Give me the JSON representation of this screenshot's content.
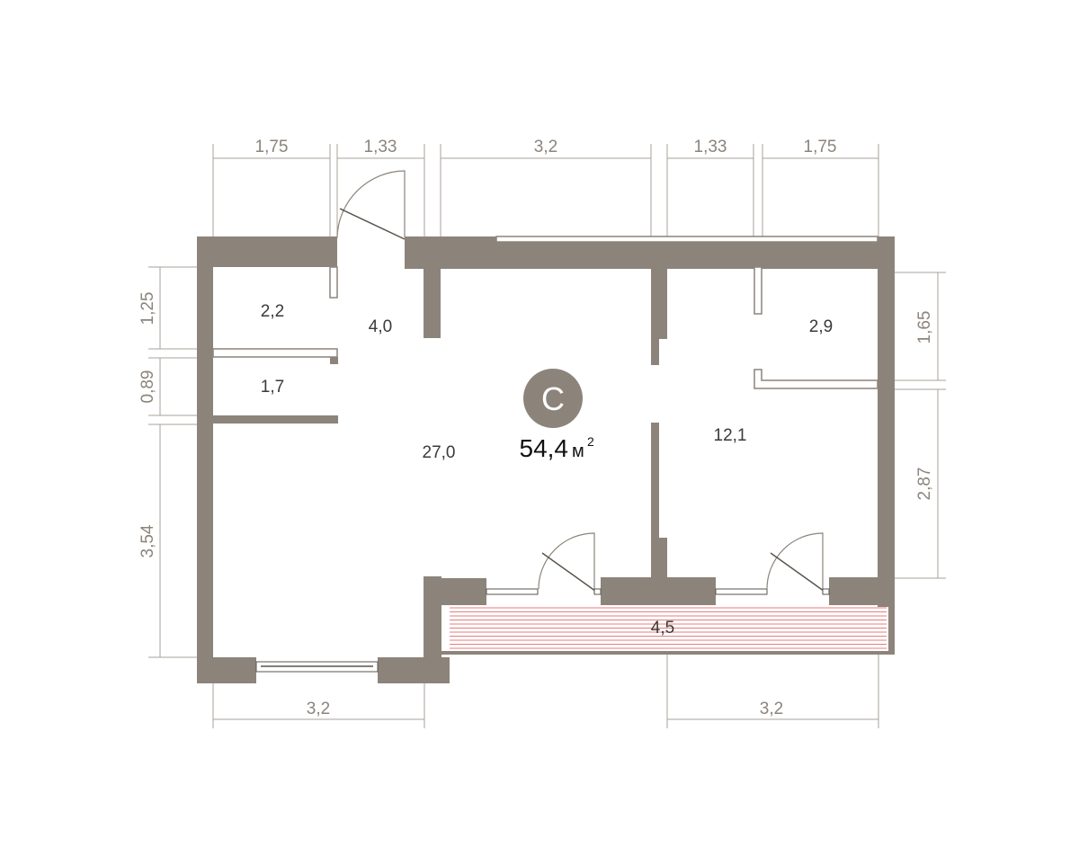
{
  "plan": {
    "type_badge": "C",
    "total_area": "54,4",
    "total_unit": "м",
    "total_unit_sup": "2",
    "colors": {
      "wall": "#8c847b",
      "dimension": "#a9a29a",
      "balcony_hatch": "#e05050"
    }
  },
  "rooms": [
    {
      "id": "hall-small",
      "area": "2,2"
    },
    {
      "id": "corridor",
      "area": "4,0"
    },
    {
      "id": "bathroom",
      "area": "1,7"
    },
    {
      "id": "living",
      "area": "27,0"
    },
    {
      "id": "wardrobe",
      "area": "2,9"
    },
    {
      "id": "bedroom",
      "area": "12,1"
    },
    {
      "id": "balcony",
      "area": "4,5"
    }
  ],
  "dimensions": {
    "top": [
      "1,75",
      "1,33",
      "3,2",
      "1,33",
      "1,75"
    ],
    "left": [
      "1,25",
      "0,89",
      "3,54"
    ],
    "right": [
      "1,65",
      "2,87"
    ],
    "bottom": [
      "3,2",
      "3,2"
    ]
  }
}
